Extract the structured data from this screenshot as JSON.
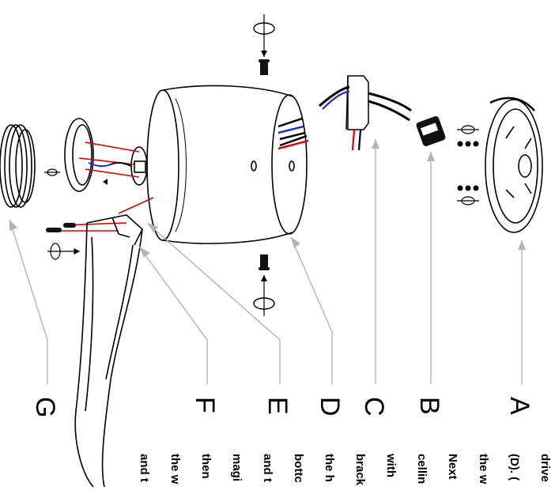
{
  "parts": [
    {
      "id": "A",
      "label": "A"
    },
    {
      "id": "B",
      "label": "B"
    },
    {
      "id": "C",
      "label": "C"
    },
    {
      "id": "D",
      "label": "D"
    },
    {
      "id": "E",
      "label": "E"
    },
    {
      "id": "F",
      "label": "F"
    },
    {
      "id": "G",
      "label": "G"
    }
  ],
  "instruction_lines": [
    "drive",
    "(D). (",
    "the w",
    "Next",
    "cellin",
    "with",
    "brack",
    "the h",
    "bottc",
    "and t",
    "magi",
    "then",
    "the w",
    "and t"
  ],
  "colors": {
    "line": "#000000",
    "leader": "#b3b3b3",
    "wire_red": "#e00000",
    "wire_blue": "#1a2ad6"
  }
}
